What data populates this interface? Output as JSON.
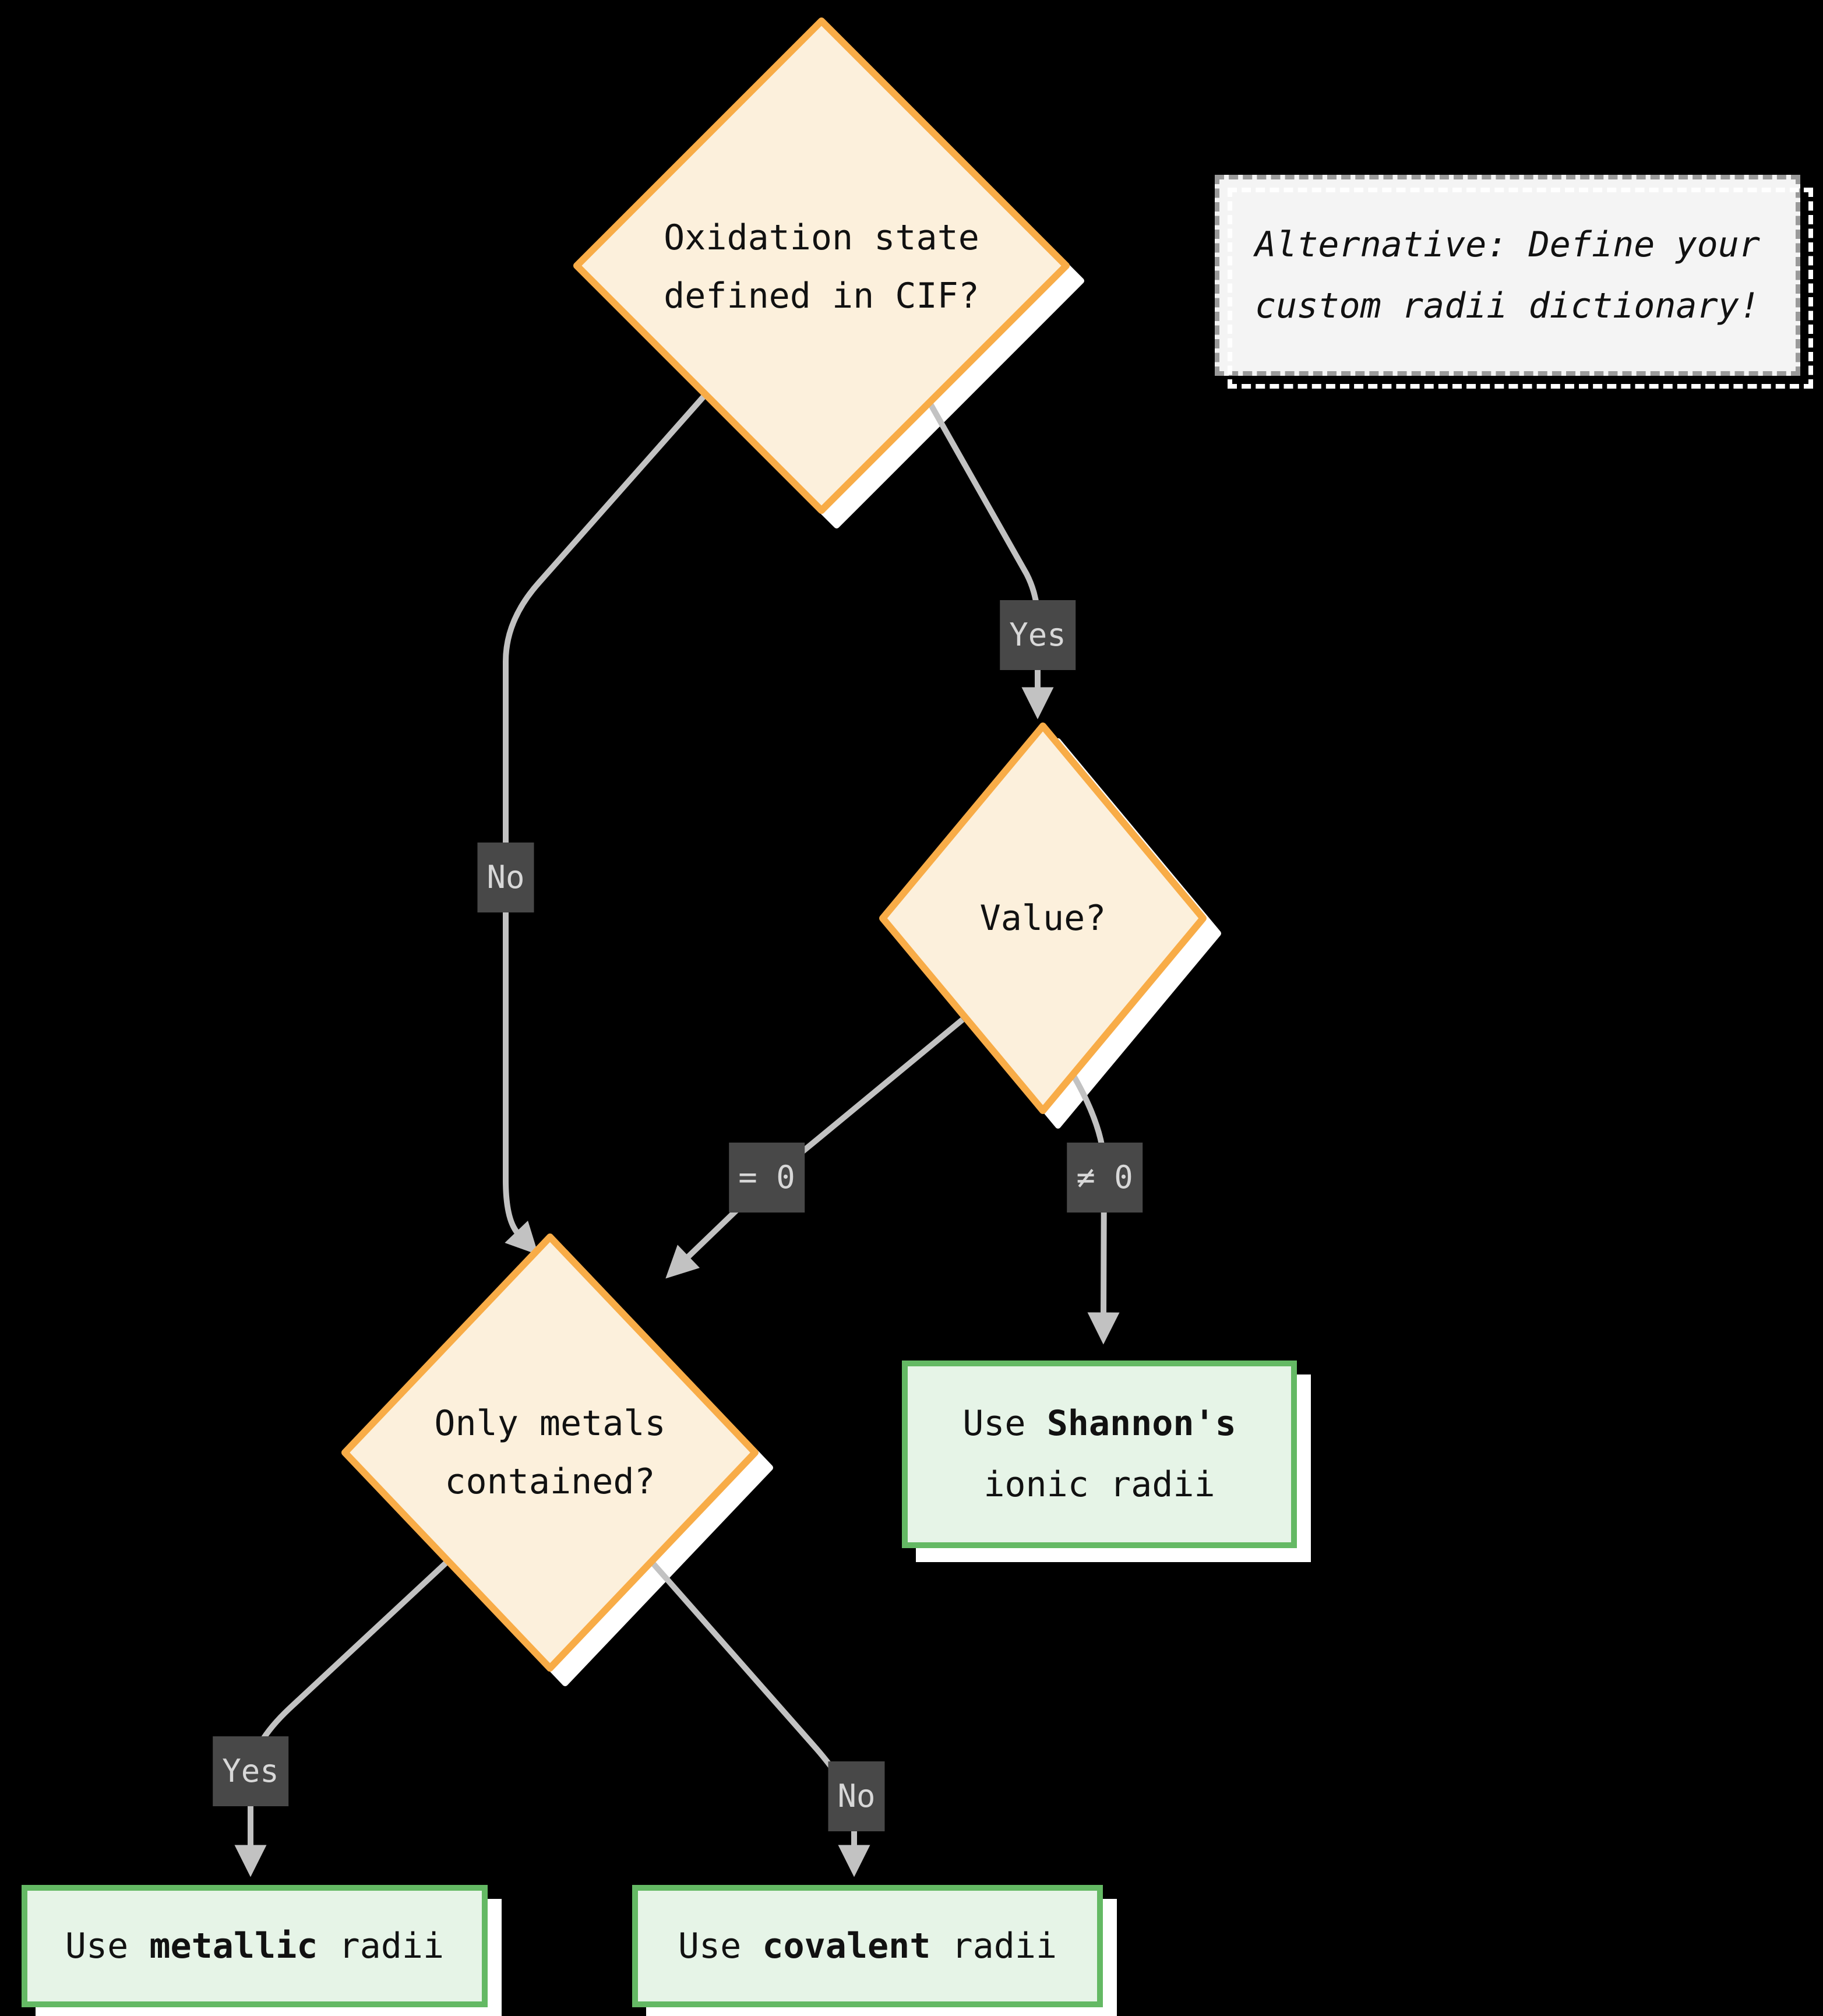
{
  "diagram": {
    "type": "flowchart",
    "background": "#000000",
    "nodes": {
      "oxidation_decision": {
        "text": "Oxidation state\ndefined in CIF?"
      },
      "value_decision": {
        "text": "Value?"
      },
      "only_metals_decision": {
        "text": "Only metals\ncontained?"
      },
      "note": {
        "text": "Alternative: Define your\ncustom radii dictionary!"
      },
      "shannon_result": {
        "pre": "Use ",
        "bold": "Shannon's",
        "post": "\nionic radii"
      },
      "metallic_result": {
        "pre": "Use ",
        "bold": "metallic",
        "post": " radii"
      },
      "covalent_result": {
        "pre": "Use ",
        "bold": "covalent",
        "post": " radii"
      }
    },
    "edge_labels": {
      "cif_yes": "Yes",
      "cif_no": "No",
      "value_eq_zero": "= 0",
      "value_neq_zero": "≠ 0",
      "metals_yes": "Yes",
      "metals_no": "No"
    },
    "colors": {
      "decision_fill": "#FCF0DC",
      "decision_border": "#F8AC47",
      "result_fill": "#E6F4E7",
      "result_border": "#64B964",
      "note_fill": "#F4F4F4",
      "note_border": "#9A9A9A",
      "edge": "#C2C2C2",
      "edge_label_bg": "#484848",
      "edge_label_text": "#D8D8D8",
      "node_text": "#111111",
      "shadow": "#FFFFFF"
    }
  }
}
